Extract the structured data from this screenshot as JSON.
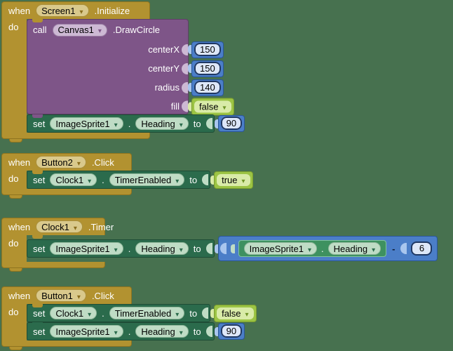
{
  "ui": {
    "dot": ".",
    "minus": "-"
  },
  "colors": {
    "background": "#47714F",
    "event_block": "#B29230",
    "event_dropdown": "#D9C98C",
    "call_block": "#7E5588",
    "call_dropdown": "#CDB9D4",
    "set_block": "#2B6B4C",
    "set_dropdown": "#BFDCC5",
    "number_block": "#4B7EC8",
    "number_field": "#DDE7F8",
    "logic_block": "#9CC444",
    "logic_field": "#D9EBA8",
    "getter_block": "#3E9160"
  },
  "groups": {
    "g1": {
      "when": "when",
      "do": "do",
      "component": "Screen1",
      "event": ".Initialize",
      "call": {
        "label": "call",
        "component": "Canvas1",
        "method": ".DrawCircle",
        "params": [
          {
            "name": "centerX",
            "value": "150"
          },
          {
            "name": "centerY",
            "value": "150"
          },
          {
            "name": "radius",
            "value": "140"
          },
          {
            "name": "fill",
            "value": "false"
          }
        ]
      },
      "set": {
        "label": "set",
        "component": "ImageSprite1",
        "property": "Heading",
        "to": "to",
        "value": "90"
      }
    },
    "g2": {
      "when": "when",
      "do": "do",
      "component": "Button2",
      "event": ".Click",
      "set": {
        "label": "set",
        "component": "Clock1",
        "property": "TimerEnabled",
        "to": "to",
        "value": "true"
      }
    },
    "g3": {
      "when": "when",
      "do": "do",
      "component": "Clock1",
      "event": ".Timer",
      "set": {
        "label": "set",
        "component": "ImageSprite1",
        "property": "Heading",
        "to": "to"
      },
      "expr": {
        "component": "ImageSprite1",
        "property": "Heading",
        "operator": "-",
        "value": "6"
      }
    },
    "g4": {
      "when": "when",
      "do": "do",
      "component": "Button1",
      "event": ".Click",
      "set1": {
        "label": "set",
        "component": "Clock1",
        "property": "TimerEnabled",
        "to": "to",
        "value": "false"
      },
      "set2": {
        "label": "set",
        "component": "ImageSprite1",
        "property": "Heading",
        "to": "to",
        "value": "90"
      }
    }
  }
}
